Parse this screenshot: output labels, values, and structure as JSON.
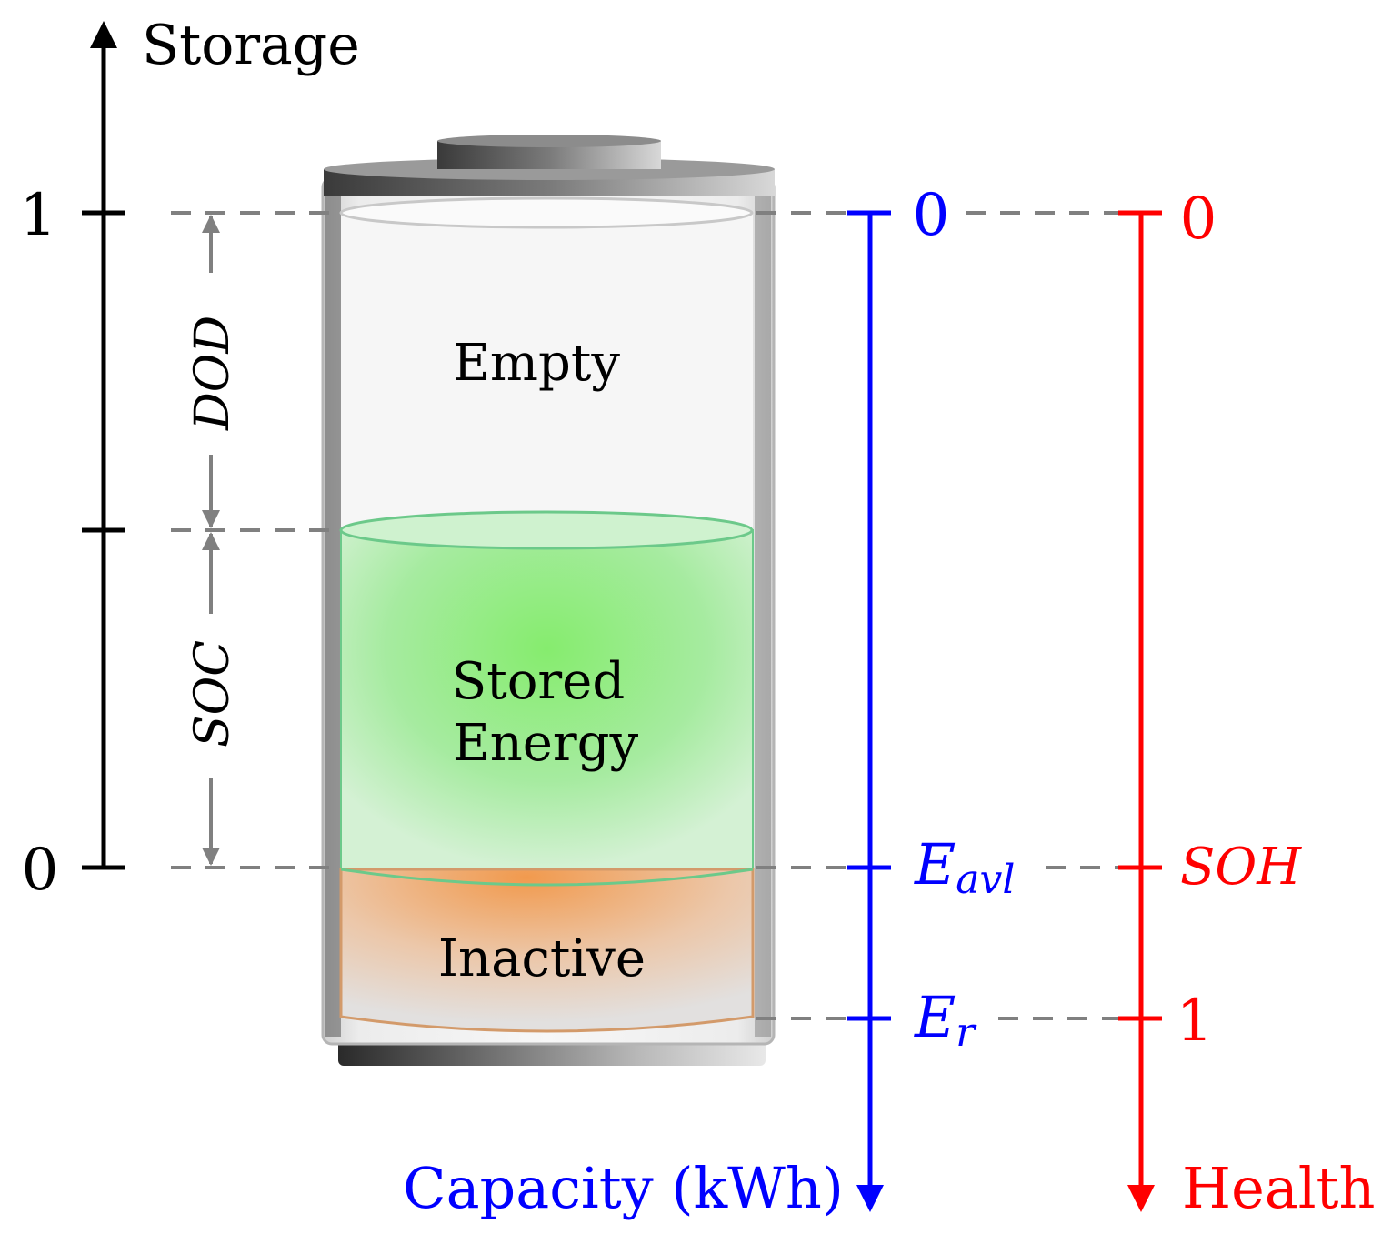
{
  "storage_axis": {
    "title": "Storage",
    "tick_top": "1",
    "tick_bottom": "0",
    "color": "#000000"
  },
  "regions": {
    "empty": "Empty",
    "stored_line1": "Stored",
    "stored_line2": "Energy",
    "inactive": "Inactive"
  },
  "brackets": {
    "dod": "DOD",
    "soc": "SOC",
    "color": "#808080"
  },
  "capacity_axis": {
    "title": "Capacity (kWh)",
    "tick_top": "0",
    "tick_avl_main": "E",
    "tick_avl_sub": "avl",
    "tick_r_main": "E",
    "tick_r_sub": "r",
    "color": "#0000ff"
  },
  "health_axis": {
    "title": "Health",
    "tick_top": "0",
    "tick_soh": "SOH",
    "tick_bottom": "1",
    "color": "#ff0000"
  },
  "colors": {
    "stored_energy": "#7ee87e",
    "inactive": "#f0a060",
    "battery_shell": "#888888"
  }
}
